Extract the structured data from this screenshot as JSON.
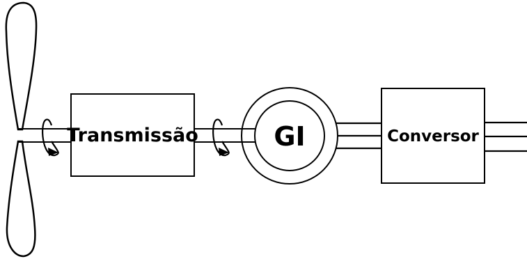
{
  "labels": {
    "transmission": "Transmissão",
    "generator": "GI",
    "converter": "Conversor"
  },
  "colors": {
    "stroke": "#000000",
    "background": "#ffffff"
  }
}
